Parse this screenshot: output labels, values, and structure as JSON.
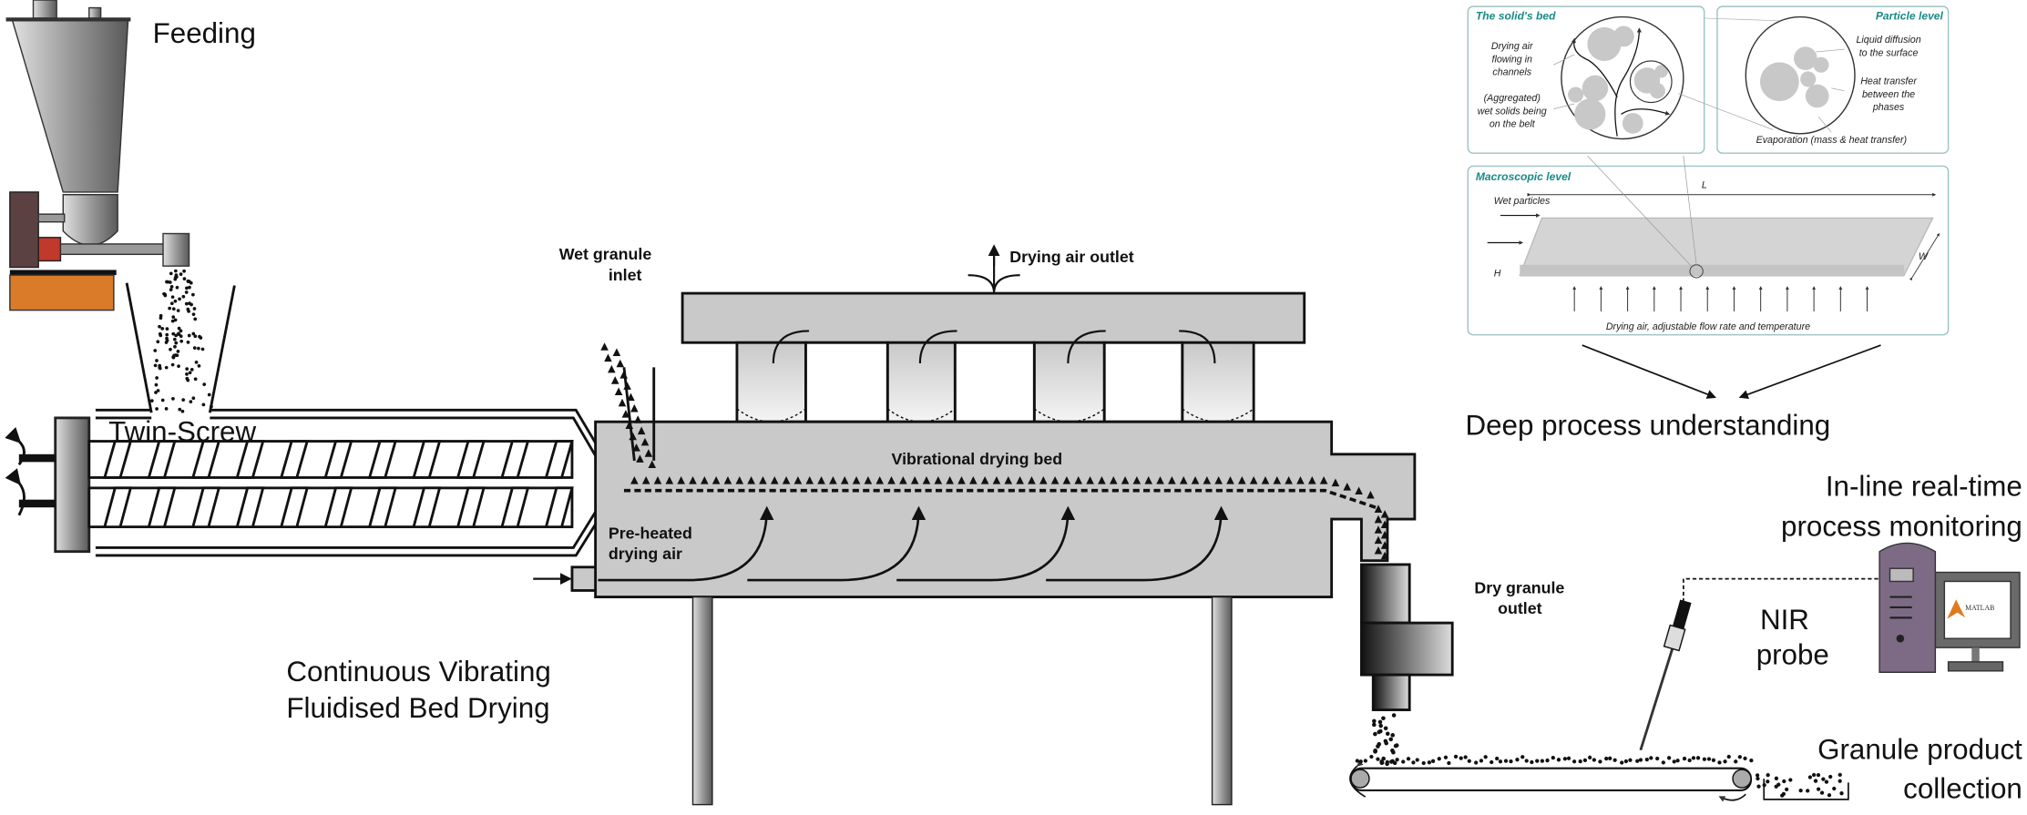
{
  "labels": {
    "feeding": "Feeding",
    "twin_screw": "Twin-Screw",
    "wet_granule_inlet": [
      "Wet granule",
      "inlet"
    ],
    "drying_air_outlet": "Drying air outlet",
    "vibrational_drying_bed": "Vibrational drying bed",
    "pre_heated_air": [
      "Pre-heated",
      "drying air"
    ],
    "dry_granule_outlet": [
      "Dry granule",
      "outlet"
    ],
    "continuous_drying": [
      "Continuous Vibrating",
      "Fluidised Bed Drying"
    ],
    "deep_process": "Deep process understanding",
    "inline_monitoring": [
      "In-line real-time",
      "process monitoring"
    ],
    "nir_probe": [
      "NIR",
      "probe"
    ],
    "granule_collection": [
      "Granule product",
      "collection"
    ],
    "matlab": "MATLAB"
  },
  "inset": {
    "solids_bed": {
      "title": "The solid's bed",
      "air_label": [
        "Drying air",
        "flowing in",
        "channels"
      ],
      "solids_label": [
        "(Aggregated)",
        "wet solids being",
        "on the belt"
      ]
    },
    "particle_level": {
      "title": "Particle level",
      "diffusion": [
        "Liquid diffusion",
        "to the surface"
      ],
      "heat": [
        "Heat transfer",
        "between the",
        "phases"
      ],
      "evaporation": "Evaporation (mass & heat transfer)"
    },
    "macroscopic": {
      "title": "Macroscopic level",
      "length_symbol": "L",
      "wet_particles": "Wet particles",
      "height_symbol": "H",
      "width_symbol": "W",
      "caption": "Drying air, adjustable flow rate and temperature"
    }
  },
  "colors": {
    "teal": "#1a8a86",
    "orange_base": "#d97b29",
    "motor_red": "#c0392b",
    "tower_purple": "#7d6b86",
    "dryer_gray": "#c9c9c9"
  }
}
